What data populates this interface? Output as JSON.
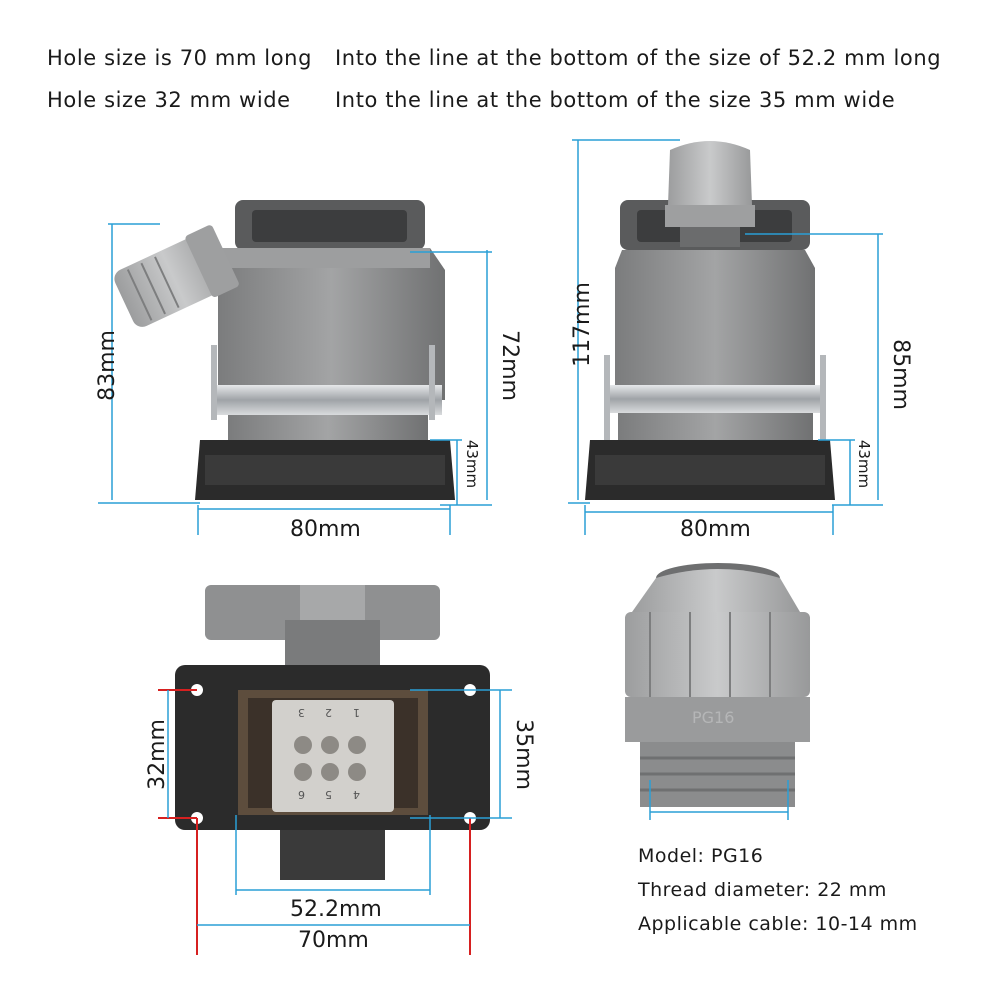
{
  "specs": {
    "hole_length": "Hole size is 70 mm long",
    "line_length": "Into the line at the bottom of the size of 52.2 mm long",
    "hole_width": "Hole size 32 mm wide",
    "line_width": "Into the line at the bottom of the size 35 mm wide"
  },
  "side_view": {
    "height_total": "83mm",
    "height_body": "72mm",
    "height_base": "43mm",
    "width": "80mm"
  },
  "front_view": {
    "height_total": "117mm",
    "height_body": "85mm",
    "height_base": "43mm",
    "width": "80mm"
  },
  "bottom_view": {
    "hole_height": "32mm",
    "line_height": "35mm",
    "line_width": "52.2mm",
    "hole_width": "70mm",
    "pin_numbers_top": [
      "1",
      "2",
      "3"
    ],
    "pin_numbers_bottom": [
      "4",
      "5",
      "6"
    ]
  },
  "gland": {
    "thread_marking": "PG16",
    "model": "Model: PG16",
    "thread_diameter": "Thread diameter: 22 mm",
    "cable": "Applicable cable: 10-14 mm"
  },
  "colors": {
    "dimension_line": "#2a9fd6",
    "hole_marker": "#d62020",
    "housing": "#8f9091",
    "base_plate": "#2b2b2b"
  }
}
